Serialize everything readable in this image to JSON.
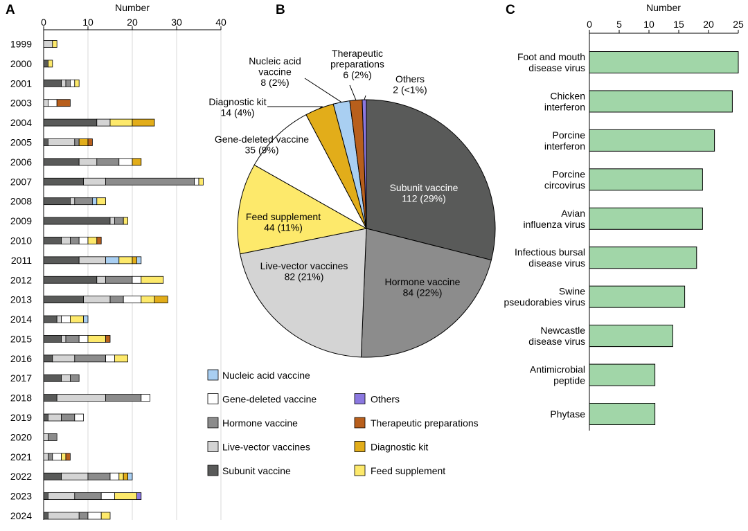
{
  "panels": {
    "a_label": "A",
    "b_label": "B",
    "c_label": "C"
  },
  "colors": {
    "Subunit vaccine": "#595a59",
    "Live-vector vaccines": "#d4d4d4",
    "Hormone vaccine": "#8c8c8c",
    "Gene-deleted vaccine": "#ffffff",
    "Nucleic acid vaccine": "#a9cff2",
    "Feed supplement": "#fde96b",
    "Diagnostic kit": "#e2ad1a",
    "Therapeutic preparations": "#b85f1c",
    "Others": "#8b78e0",
    "bar_c": "#a1d6a8",
    "grid": "#d9d9d9"
  },
  "legend": {
    "left": [
      "Nucleic acid vaccine",
      "Gene-deleted vaccine",
      "Hormone vaccine",
      "Live-vector vaccines",
      "Subunit vaccine"
    ],
    "right": [
      "Others",
      "Therapeutic preparations",
      "Diagnostic kit",
      "Feed supplement"
    ]
  },
  "chart_data": [
    {
      "panel": "A",
      "type": "bar",
      "orientation": "horizontal",
      "stacked": true,
      "title": "Number",
      "xlim": [
        0,
        40
      ],
      "xticks": [
        0,
        10,
        20,
        30,
        40
      ],
      "categories": [
        "1999",
        "2000",
        "2001",
        "2003",
        "2004",
        "2005",
        "2006",
        "2007",
        "2008",
        "2009",
        "2010",
        "2011",
        "2012",
        "2013",
        "2014",
        "2015",
        "2016",
        "2017",
        "2018",
        "2019",
        "2020",
        "2021",
        "2022",
        "2023",
        "2024"
      ],
      "series": [
        {
          "name": "Subunit vaccine",
          "values": [
            0,
            1,
            4,
            0,
            12,
            1,
            8,
            9,
            6,
            15,
            4,
            8,
            12,
            9,
            3,
            4,
            2,
            4,
            3,
            1,
            0,
            0,
            4,
            1,
            1
          ]
        },
        {
          "name": "Nucleic acid vaccine",
          "values": [
            0,
            0,
            0,
            0,
            0,
            0,
            0,
            0,
            0,
            0,
            0,
            0,
            0,
            0,
            0,
            0,
            0,
            0,
            0,
            0,
            0,
            0,
            0,
            0,
            0
          ]
        },
        {
          "name": "Live-vector vaccines",
          "values": [
            2,
            0,
            1,
            1,
            3,
            6,
            4,
            5,
            1,
            1,
            2,
            6,
            2,
            6,
            1,
            1,
            5,
            2,
            11,
            3,
            1,
            1,
            6,
            6,
            7
          ]
        },
        {
          "name": "Hormone vaccine",
          "values": [
            0,
            0,
            1,
            0,
            0,
            1,
            5,
            20,
            4,
            2,
            2,
            0,
            6,
            3,
            0,
            3,
            7,
            2,
            8,
            3,
            2,
            1,
            5,
            6,
            2
          ]
        },
        {
          "name": "Gene-deleted vaccine",
          "values": [
            0,
            0,
            1,
            2,
            0,
            0,
            3,
            1,
            0,
            0,
            2,
            0,
            2,
            4,
            2,
            2,
            2,
            0,
            2,
            2,
            0,
            2,
            2,
            3,
            3
          ]
        },
        {
          "name": "Nucleic acid vaccine",
          "values": [
            0,
            0,
            0,
            0,
            0,
            0,
            0,
            0,
            1,
            0,
            0,
            3,
            0,
            0,
            0,
            0,
            0,
            0,
            0,
            0,
            0,
            0,
            0,
            0,
            0
          ]
        },
        {
          "name": "Feed supplement",
          "values": [
            1,
            1,
            1,
            0,
            5,
            0,
            0,
            1,
            2,
            1,
            2,
            3,
            5,
            3,
            3,
            4,
            3,
            0,
            0,
            0,
            0,
            1,
            1,
            5,
            2
          ]
        },
        {
          "name": "Diagnostic kit",
          "values": [
            0,
            0,
            0,
            0,
            5,
            2,
            2,
            0,
            0,
            0,
            0,
            1,
            0,
            3,
            0,
            0,
            0,
            0,
            0,
            0,
            0,
            0,
            1,
            0,
            0
          ]
        },
        {
          "name": "Therapeutic preparations",
          "values": [
            0,
            0,
            0,
            3,
            0,
            1,
            0,
            0,
            0,
            0,
            1,
            0,
            0,
            0,
            0,
            1,
            0,
            0,
            0,
            0,
            0,
            1,
            0,
            0,
            0
          ]
        },
        {
          "name": "Nucleic acid vaccine",
          "values": [
            0,
            0,
            0,
            0,
            0,
            0,
            0,
            0,
            0,
            0,
            0,
            1,
            0,
            0,
            1,
            0,
            0,
            0,
            0,
            0,
            0,
            0,
            1,
            0,
            0
          ]
        },
        {
          "name": "Others",
          "values": [
            0,
            0,
            0,
            0,
            0,
            0,
            0,
            0,
            0,
            0,
            0,
            0,
            0,
            0,
            0,
            0,
            0,
            0,
            0,
            0,
            0,
            0,
            0,
            1,
            0
          ]
        }
      ]
    },
    {
      "panel": "B",
      "type": "pie",
      "slices": [
        {
          "name": "Subunit vaccine",
          "value": 112,
          "label_lines": [
            "Subunit vaccine",
            "112 (29%)"
          ]
        },
        {
          "name": "Hormone vaccine",
          "value": 84,
          "label_lines": [
            "Hormone vaccine",
            "84 (22%)"
          ]
        },
        {
          "name": "Live-vector vaccines",
          "value": 82,
          "label_lines": [
            "Live-vector vaccines",
            "82 (21%)"
          ]
        },
        {
          "name": "Feed supplement",
          "value": 44,
          "label_lines": [
            "Feed supplement",
            "44 (11%)"
          ]
        },
        {
          "name": "Gene-deleted vaccine",
          "value": 35,
          "label_lines": [
            "Gene-deleted vaccine",
            "35 (9%)"
          ]
        },
        {
          "name": "Diagnostic kit",
          "value": 14,
          "label_lines": [
            "Diagnostic kit",
            "14 (4%)"
          ]
        },
        {
          "name": "Nucleic acid vaccine",
          "value": 8,
          "label_lines": [
            "Nucleic acid",
            "vaccine",
            "8 (2%)"
          ]
        },
        {
          "name": "Therapeutic preparations",
          "value": 6,
          "label_lines": [
            "Therapeutic",
            "preparations",
            "6 (2%)"
          ]
        },
        {
          "name": "Others",
          "value": 2,
          "label_lines": [
            "Others",
            "2 (<1%)"
          ]
        }
      ]
    },
    {
      "panel": "C",
      "type": "bar",
      "orientation": "horizontal",
      "title": "Number",
      "xlim": [
        0,
        25
      ],
      "xticks": [
        0,
        5,
        10,
        15,
        20,
        25
      ],
      "categories": [
        [
          "Foot and mouth",
          "disease virus"
        ],
        [
          "Chicken",
          "interferon"
        ],
        [
          "Porcine",
          "interferon"
        ],
        [
          "Porcine",
          "circovirus"
        ],
        [
          "Avian",
          "influenza virus"
        ],
        [
          "Infectious bursal",
          "disease virus"
        ],
        [
          "Swine",
          "pseudorabies virus"
        ],
        [
          "Newcastle",
          "disease virus"
        ],
        [
          "Antimicrobial",
          "peptide"
        ],
        [
          "Phytase"
        ]
      ],
      "values": [
        25,
        24,
        21,
        19,
        19,
        18,
        16,
        14,
        11,
        11
      ]
    }
  ]
}
